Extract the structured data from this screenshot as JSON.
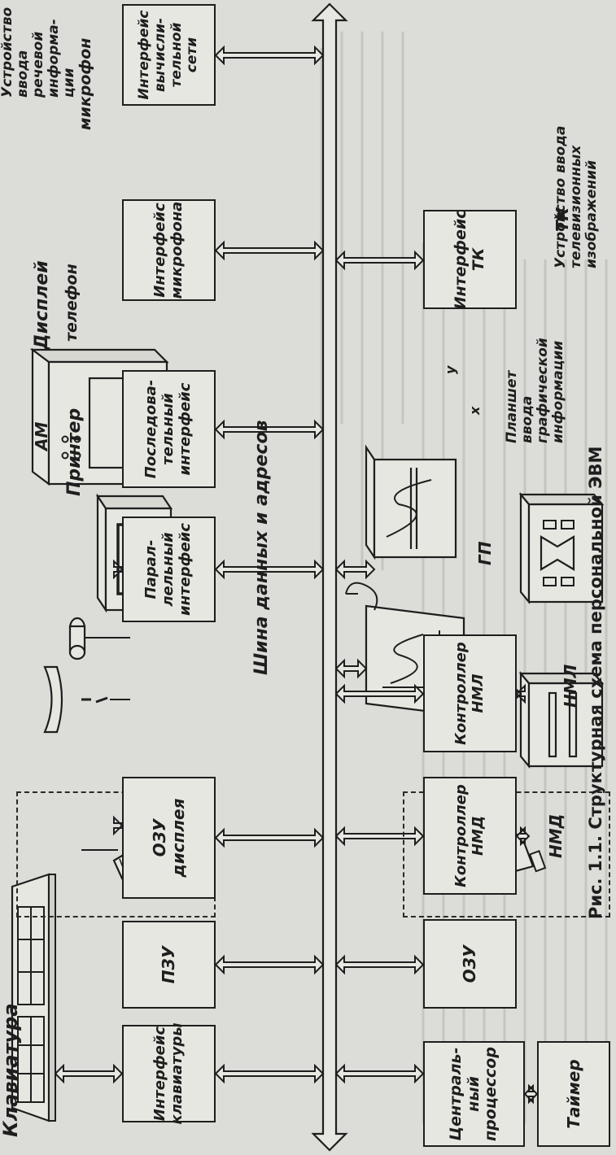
{
  "caption": "Рис. 1.1. Структурная схема персональной ЭВМ",
  "bus_label": "Шина данных и адресов",
  "blocks": {
    "keyboard_interface": "Интерфейс\nклавиатуры",
    "cpu": "Централь-\nный\nпроцессор",
    "timer": "Таймер",
    "rom": "ПЗУ",
    "ram": "ОЗУ",
    "display_ram": "ОЗУ\nдисплея",
    "hdd_controller": "Контроллер\nНМД",
    "tape_controller": "Контроллер\nНМЛ",
    "parallel_interface": "Парал-\nлельный\nинтерфейс",
    "serial_interface": "Последова-\nтельный\nинтерфейс",
    "microphone_interface": "Интерфейс\nмикрофона",
    "tv_interface": "Интерфейс\nТК",
    "network_interface": "Интерфейс\nвычисли-\nтельной сети"
  },
  "devices": {
    "keyboard": "Клавиатура",
    "display": "Дисплей",
    "printer": "Принтер",
    "modem": "АМ",
    "phone": "телефон",
    "microphone": "микрофон",
    "hdd": "НМД",
    "tape": "НМЛ",
    "plotter": "ГП",
    "tablet": "Планшет\nввода\nграфической\nинформации",
    "camera": "ТК",
    "tablet_axis_y": "y",
    "tablet_axis_x": "x"
  },
  "groups": {
    "speech_input": "Устройство ввода\nречевой информа-\nции",
    "tv_input": "Устройство ввода\nтелевизионных\nизображений"
  }
}
